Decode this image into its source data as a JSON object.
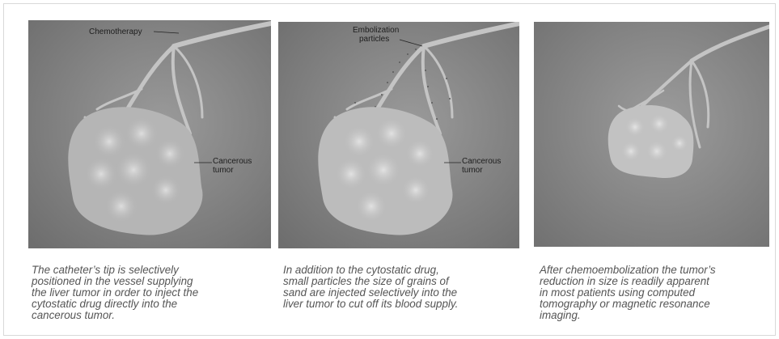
{
  "panels": [
    {
      "labels": {
        "top": "Chemotherapy",
        "tumor": [
          "Cancerous",
          "tumor"
        ]
      },
      "caption": [
        "The catheter’s tip is selectively",
        "positioned in the vessel supplying",
        "the liver tumor in order to inject the",
        "cytostatic drug directly into the",
        "cancerous tumor."
      ]
    },
    {
      "labels": {
        "top": [
          "Embolization",
          "particles"
        ],
        "tumor": [
          "Cancerous",
          "tumor"
        ]
      },
      "caption": [
        "In addition to the cytostatic drug,",
        "small particles the size of grains of",
        "sand are injected selectively into the",
        "liver tumor to cut off its blood supply."
      ]
    },
    {
      "caption": [
        "After chemoembolization the tumor’s",
        "reduction in size is readily apparent",
        "in most patients using computed",
        "tomography or magnetic resonance",
        "imaging."
      ]
    }
  ],
  "colors": {
    "background": "#8a8a8a",
    "tumor": "#b5b5b5",
    "vessel": "#c2c2c2",
    "caption": "#555555"
  }
}
